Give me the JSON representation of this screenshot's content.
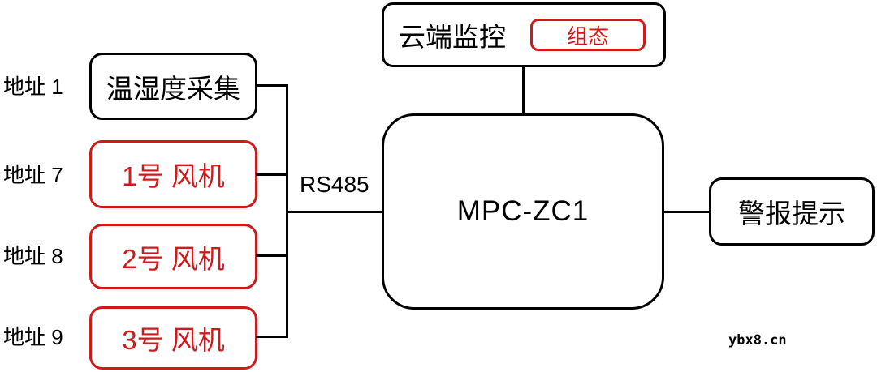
{
  "diagram": {
    "devices": [
      {
        "address": "地址 1",
        "label": "温湿度采集",
        "style": "black"
      },
      {
        "address": "地址 7",
        "label": "1号 风机",
        "style": "red"
      },
      {
        "address": "地址 8",
        "label": "2号 风机",
        "style": "red"
      },
      {
        "address": "地址 9",
        "label": "3号 风机",
        "style": "red"
      }
    ],
    "bus_label": "RS485",
    "controller": {
      "label": "MPC-ZC1"
    },
    "cloud": {
      "label": "云端监控",
      "button_label": "组态"
    },
    "alarm": {
      "label": "警报提示"
    },
    "watermark": "ybx8.cn",
    "colors": {
      "accent_red": "#d01a1a",
      "stroke_black": "#000000",
      "background": "#ffffff"
    }
  }
}
